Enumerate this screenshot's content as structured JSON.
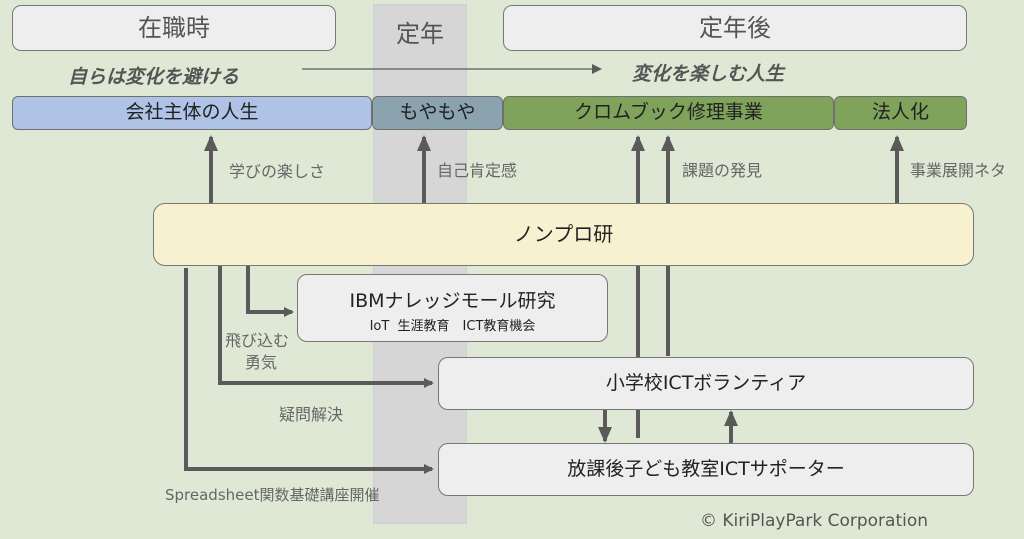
{
  "phases": {
    "employed": "在職時",
    "retirement": "定年",
    "post_retirement": "定年後"
  },
  "mottos": {
    "before": "自らは変化を避ける",
    "after": "変化を楽しむ人生"
  },
  "stages": [
    {
      "label": "会社主体の人生",
      "color": "#aec3e6"
    },
    {
      "label": "もやもや",
      "color": "#8aa3ae"
    },
    {
      "label": "クロムブック修理事業",
      "color": "#7fa35a"
    },
    {
      "label": "法人化",
      "color": "#7fa35a"
    }
  ],
  "edge_labels": {
    "joy_of_learning": "学びの楽しさ",
    "self_affirmation": "自己肯定感",
    "problem_discovery": "課題の発見",
    "business_ideas": "事業展開ネタ",
    "courage_line1": "飛び込む",
    "courage_line2": "勇気",
    "question_solving": "疑問解決",
    "spreadsheet_course": "Spreadsheet関数基礎講座開催"
  },
  "nodes": {
    "nonpro": "ノンプロ研",
    "ibm_title": "IBMナレッジモール研究",
    "ibm_subtitle": "IoT  生涯教育　ICT教育機会",
    "elementary": "小学校ICTボランティア",
    "afterschool": "放課後子ども教室ICTサポーター"
  },
  "footer": {
    "copyright": "© KiriPlayPark Corporation"
  }
}
